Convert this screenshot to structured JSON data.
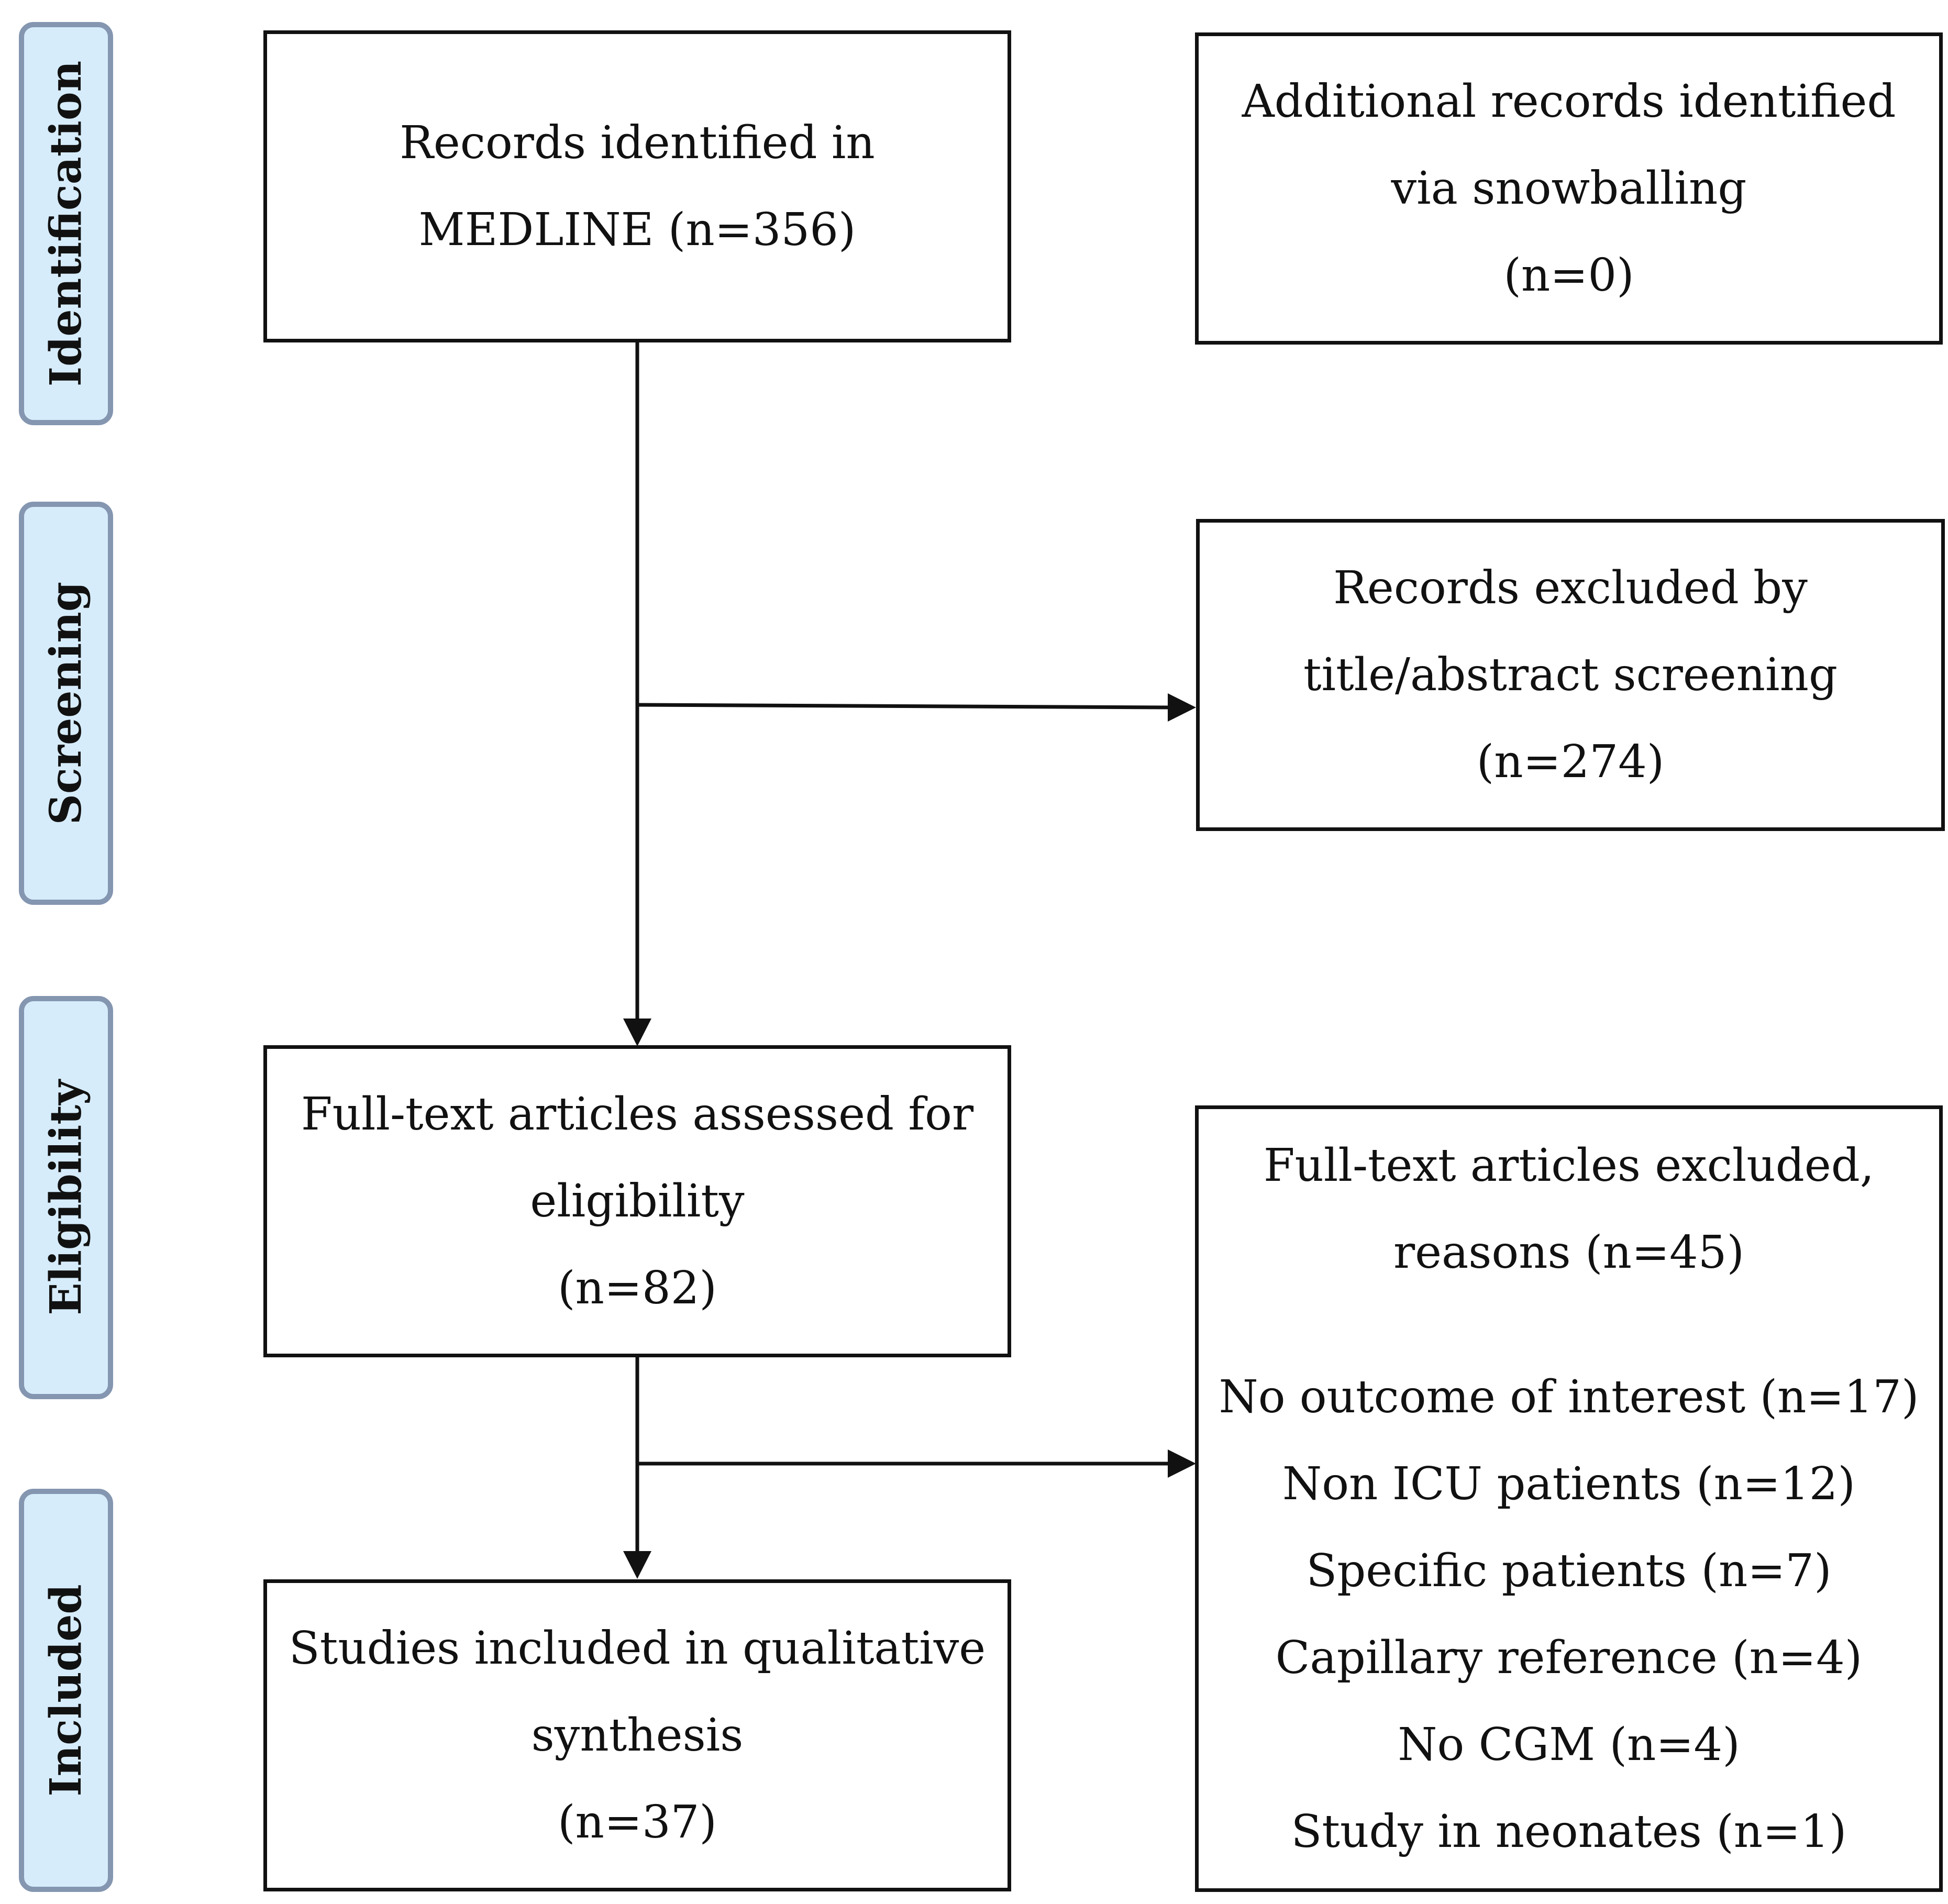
{
  "phases": {
    "identification": "Identification",
    "screening": "Screening",
    "eligibility": "Eligibility",
    "included": "Included"
  },
  "boxes": {
    "medline": {
      "line1": "Records identified in",
      "line2": "MEDLINE (n=356)"
    },
    "snowballing": {
      "line1": "Additional records identified",
      "line2": "via snowballing",
      "line3": "(n=0)"
    },
    "excluded_screening": {
      "line1": "Records excluded by",
      "line2": "title/abstract screening",
      "line3": "(n=274)"
    },
    "fulltext_assessed": {
      "line1": "Full-text articles assessed for",
      "line2": "eligibility",
      "line3": "(n=82)"
    },
    "fulltext_excluded": {
      "line1": "Full-text articles excluded,",
      "line2": "reasons (n=45)",
      "reasons": [
        "No outcome of interest (n=17)",
        "Non ICU patients (n=12)",
        "Specific patients (n=7)",
        "Capillary reference (n=4)",
        "No CGM (n=4)",
        "Study in neonates (n=1)"
      ]
    },
    "included_studies": {
      "line1": "Studies included in qualitative",
      "line2": "synthesis",
      "line3": "(n=37)"
    }
  }
}
